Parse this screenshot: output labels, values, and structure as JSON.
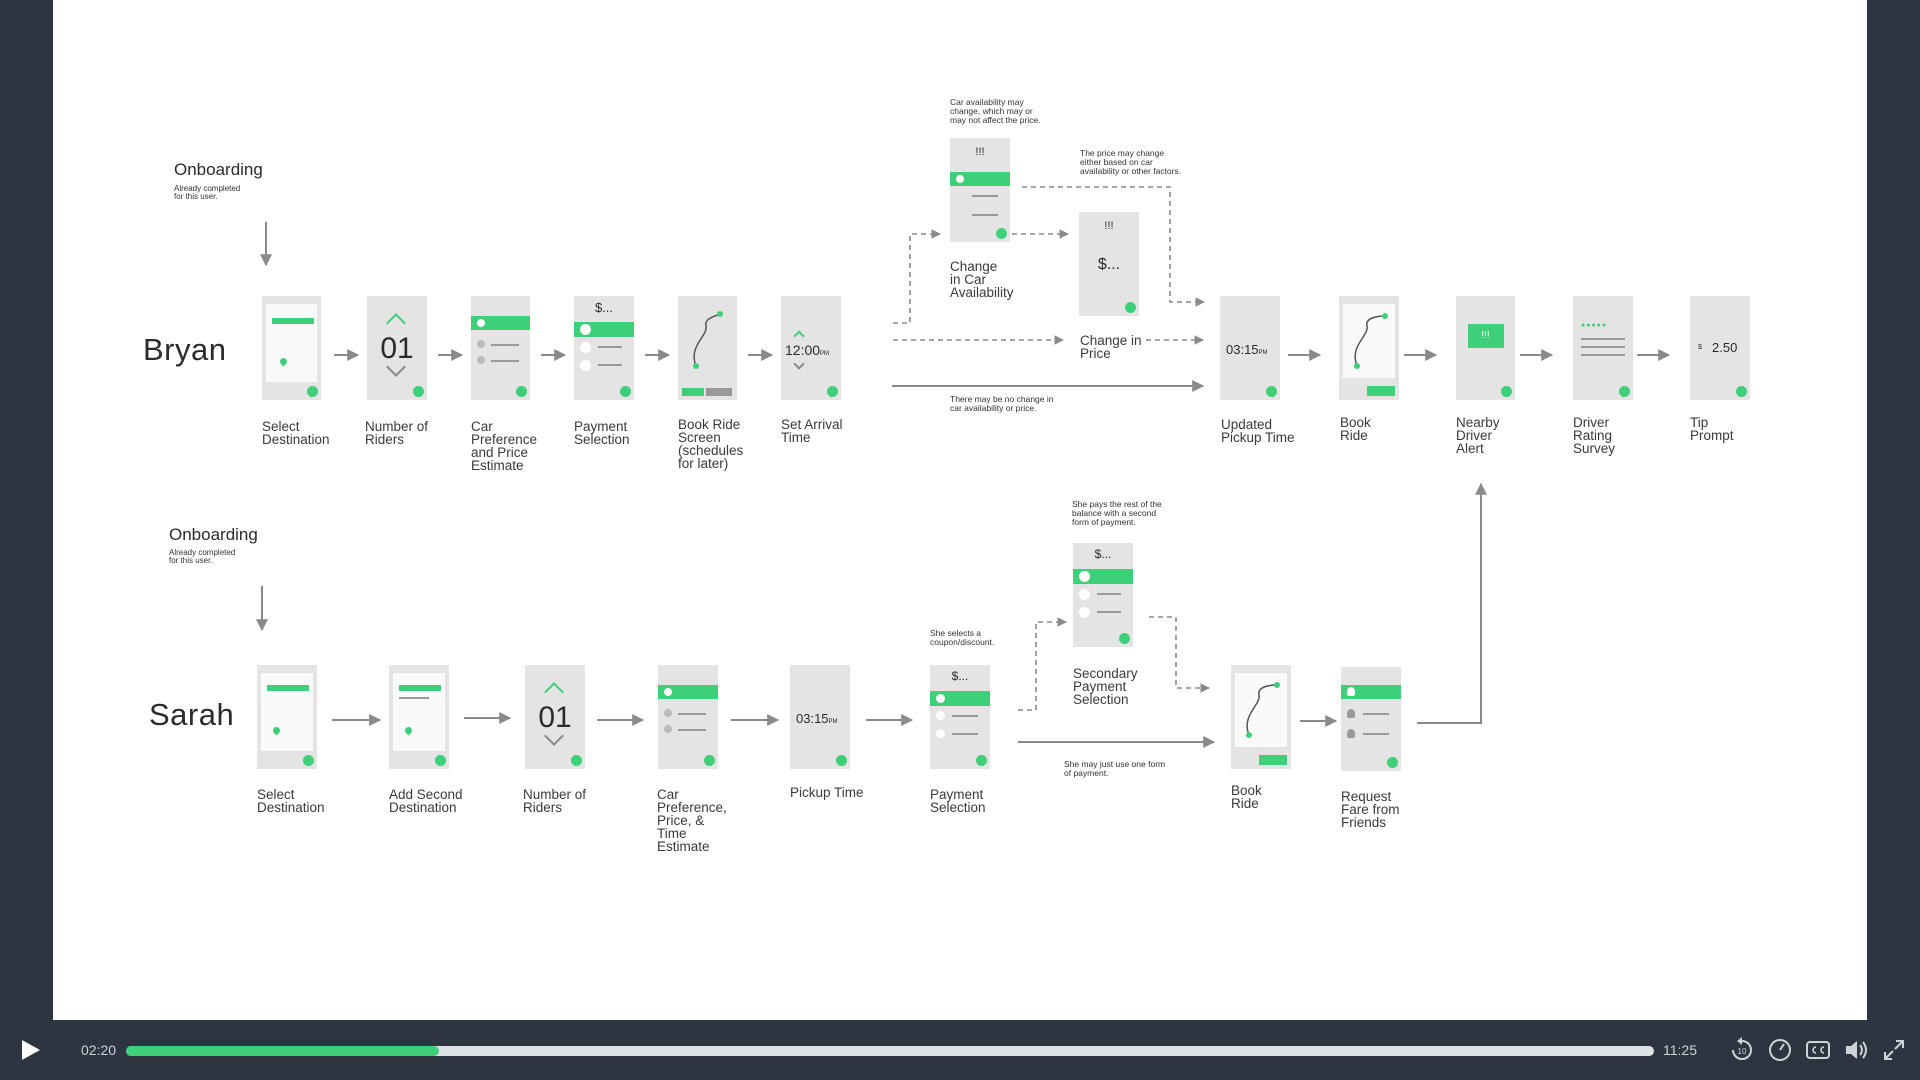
{
  "bryan": {
    "persona": "Bryan",
    "onboarding_title": "Onboarding",
    "onboarding_sub": "Already completed\nfor this user.",
    "steps": [
      "Select\nDestination",
      "Number of\nRiders",
      "Car\nPreference\nand Price\nEstimate",
      "Payment\nSelection",
      "Book Ride\nScreen\n(schedules\nfor later)",
      "Set Arrival\nTime",
      "Change\nin Car\nAvailability",
      "Change in\nPrice",
      "Updated\nPickup Time",
      "Book\nRide",
      "Nearby\nDriver\nAlert",
      "Driver\nRating\nSurvey",
      "Tip\nPrompt"
    ],
    "notes": {
      "car_availability": "Car availability may\nchange, which may or\nmay not affect the price.",
      "price_change": "The price may change\neither based on car\navailability or other factors.",
      "no_change": "There may be no change in\ncar availability or price."
    },
    "screens": {
      "riders": "01",
      "arrival_time": "12:00",
      "arrival_pm": "PM",
      "price_placeholder": "$...",
      "alert_marks": "!!!",
      "updated_time": "03:15",
      "updated_pm": "PM",
      "tip_value": "2.50",
      "tip_symbol": "$"
    }
  },
  "sarah": {
    "persona": "Sarah",
    "onboarding_title": "Onboarding",
    "onboarding_sub": "Already completed\nfor this user.",
    "steps": [
      "Select\nDestination",
      "Add Second\nDestination",
      "Number of\nRiders",
      "Car\nPreference,\nPrice, &\nTime\nEstimate",
      "Pickup Time",
      "Payment\nSelection",
      "Secondary\nPayment\nSelection",
      "Book\nRide",
      "Request\nFare from\nFriends"
    ],
    "notes": {
      "coupon": "She selects a\ncoupon/discount.",
      "balance": "She pays the rest of the\nbalance with a second\nform of payment.",
      "one_form": "She may just use one form\nof payment."
    },
    "screens": {
      "riders": "01",
      "pickup_time": "03:15",
      "pickup_pm": "PM",
      "price_placeholder": "$..."
    }
  },
  "player": {
    "current_time": "02:20",
    "duration": "11:25",
    "progress": 0.205,
    "skip_back_label": "10",
    "icons": [
      "play-icon",
      "rewind-10-icon",
      "speed-icon",
      "captions-icon",
      "volume-icon",
      "fullscreen-icon"
    ]
  },
  "colors": {
    "accent": "#3ecf79",
    "screen": "#e4e4e4",
    "chrome": "#2d3540"
  }
}
